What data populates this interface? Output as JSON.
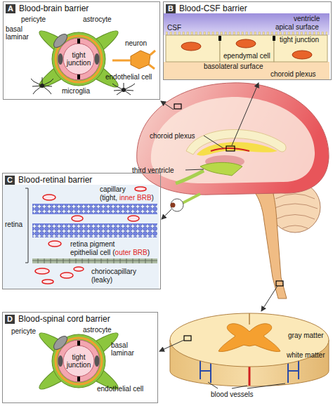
{
  "diagram": {
    "nodes": [
      {
        "text": [
          "A",
          "Blood-brain barrier"
        ]
      },
      {
        "text": [
          "B",
          "Blood-CSF barrier"
        ]
      },
      {
        "text": [
          "C",
          "Blood-retinal barrier"
        ]
      },
      {
        "text": [
          "D",
          "Blood-spinal cord barrier"
        ]
      }
    ],
    "labels": [
      "pericyte",
      "astrocyte",
      "basal laminar",
      "tight junction",
      "neuron",
      "endothelial cell",
      "microglia",
      "ventricle",
      "CSF",
      "apical surface",
      "tight junction",
      "ependymal cell",
      "basolateral surface",
      "choroid plexus",
      "retina",
      "capillary",
      "(tight,",
      "inner BRB",
      ")",
      "retina pigment",
      "epithelial cell",
      "(",
      "outer BRB",
      ")",
      "choriocapillary",
      "(leaky)",
      "pericyte",
      "astrocyte",
      "basal laminar",
      "tight junction",
      "endothelial cell",
      "choroid plexus",
      "third ventricle",
      "gray matter",
      "white matter",
      "blood vessels"
    ]
  }
}
